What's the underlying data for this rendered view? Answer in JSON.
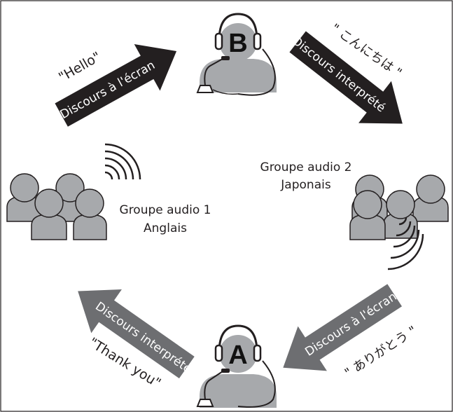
{
  "interpreter_b": {
    "letter": "B"
  },
  "interpreter_a": {
    "letter": "A"
  },
  "arrow_top_left": {
    "label": "Discours à l'écran",
    "color": "#231f20"
  },
  "arrow_top_right": {
    "label": "Discours interprété",
    "color": "#231f20"
  },
  "arrow_bottom_right": {
    "label": "Discours à l'écran",
    "color": "#6d6e71"
  },
  "arrow_bottom_left": {
    "label": "Discours interprété",
    "color": "#6d6e71"
  },
  "quote_hello": "\"Hello\"",
  "quote_konnichiwa": "\" こんにちは \"",
  "quote_arigatou": "\" ありがとう \"",
  "quote_thank_you": "\"Thank you\"",
  "group_1": {
    "title": "Groupe audio 1",
    "language": "Anglais"
  },
  "group_2": {
    "title": "Groupe audio 2",
    "language": "Japonais"
  },
  "icons": [
    "interpreter-headset-icon",
    "audience-group-icon",
    "sound-waves-icon",
    "microphone-icon"
  ]
}
